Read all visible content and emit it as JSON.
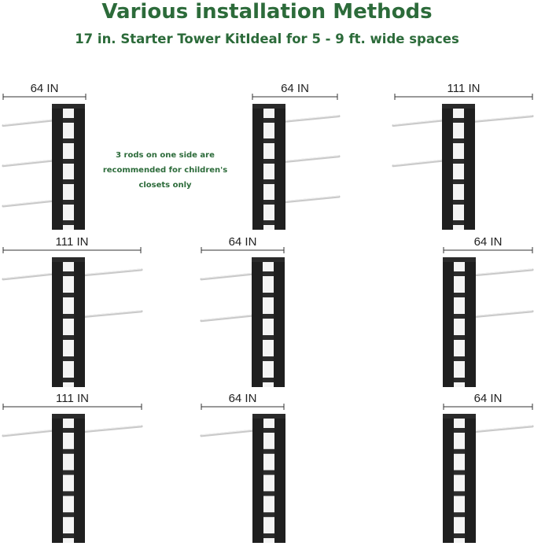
{
  "title": "Various installation Methods",
  "subtitle": "17 in. Starter Tower KitIdeal for 5 - 9 ft. wide spaces",
  "note": "3 rods on one side are recommended for children's closets only",
  "colors": {
    "heading": "#2c6b3a",
    "tower": "#1f1f1f",
    "rod": "#c9c9c9"
  },
  "configurations": [
    {
      "width_label": "64 IN",
      "left_rods": 3,
      "right_rods": 0
    },
    {
      "width_label": "64 IN",
      "left_rods": 0,
      "right_rods": 3
    },
    {
      "width_label": "111 IN",
      "left_rods": 2,
      "right_rods": 1
    },
    {
      "width_label": "111 IN",
      "left_rods": 1,
      "right_rods": 2
    },
    {
      "width_label": "64 IN",
      "left_rods": 2,
      "right_rods": 0
    },
    {
      "width_label": "64 IN",
      "left_rods": 0,
      "right_rods": 2
    },
    {
      "width_label": "111 IN",
      "left_rods": 1,
      "right_rods": 1
    },
    {
      "width_label": "64 IN",
      "left_rods": 1,
      "right_rods": 0
    },
    {
      "width_label": "64 IN",
      "left_rods": 0,
      "right_rods": 1
    }
  ]
}
